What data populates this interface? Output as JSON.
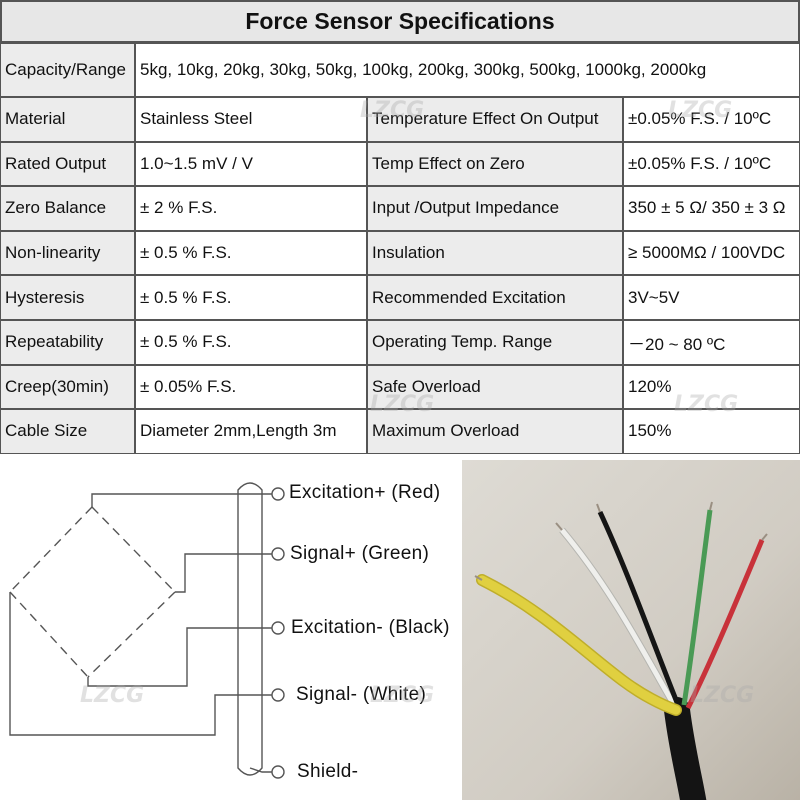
{
  "table": {
    "title": "Force Sensor Specifications",
    "capacity_label": "Capacity/Range",
    "capacity_value": "5kg, 10kg, 20kg, 30kg, 50kg, 100kg, 200kg, 300kg, 500kg, 1000kg, 2000kg",
    "rows": [
      {
        "label": "Material",
        "value": "Stainless Steel",
        "label2": "Temperature Effect On Output",
        "value2": "±0.05% F.S. / 10ºC"
      },
      {
        "label": "Rated Output",
        "value": "1.0~1.5 mV / V",
        "label2": "Temp Effect on Zero",
        "value2": "±0.05% F.S. / 10ºC"
      },
      {
        "label": "Zero Balance",
        "value": "± 2 % F.S.",
        "label2": "Input /Output  Impedance",
        "value2": "350 ± 5 Ω/ 350 ± 3 Ω"
      },
      {
        "label": "Non-linearity",
        "value": "± 0.5 % F.S.",
        "label2": "Insulation",
        "value2": "≥ 5000MΩ / 100VDC"
      },
      {
        "label": "Hysteresis",
        "value": "± 0.5 % F.S.",
        "label2": "Recommended Excitation",
        "value2": "3V~5V"
      },
      {
        "label": "Repeatability",
        "value": "± 0.5 % F.S.",
        "label2": "Operating Temp. Range",
        "value2": "－20 ~ 80 ºC"
      },
      {
        "label": "Creep(30min)",
        "value": "± 0.05% F.S.",
        "label2": "Safe Overload",
        "value2": "120%"
      },
      {
        "label": "Cable Size",
        "value": "Diameter 2mm,Length 3m",
        "label2": "Maximum Overload",
        "value2": "150%"
      }
    ]
  },
  "wiring": {
    "excitation_plus": "Excitation+ (Red)",
    "signal_plus": "Signal+ (Green)",
    "excitation_minus": "Excitation- (Black)",
    "signal_minus": "Signal- (White)",
    "shield": "Shield-"
  },
  "watermark": "LZCG",
  "colors": {
    "label_cell_bg": "#ececec",
    "border": "#555555",
    "wire_red": "#c8323a",
    "wire_green": "#4a9a55",
    "wire_black": "#1a1a1a",
    "wire_white": "#e9e9e6",
    "cable_yellow": "#e0d040"
  }
}
